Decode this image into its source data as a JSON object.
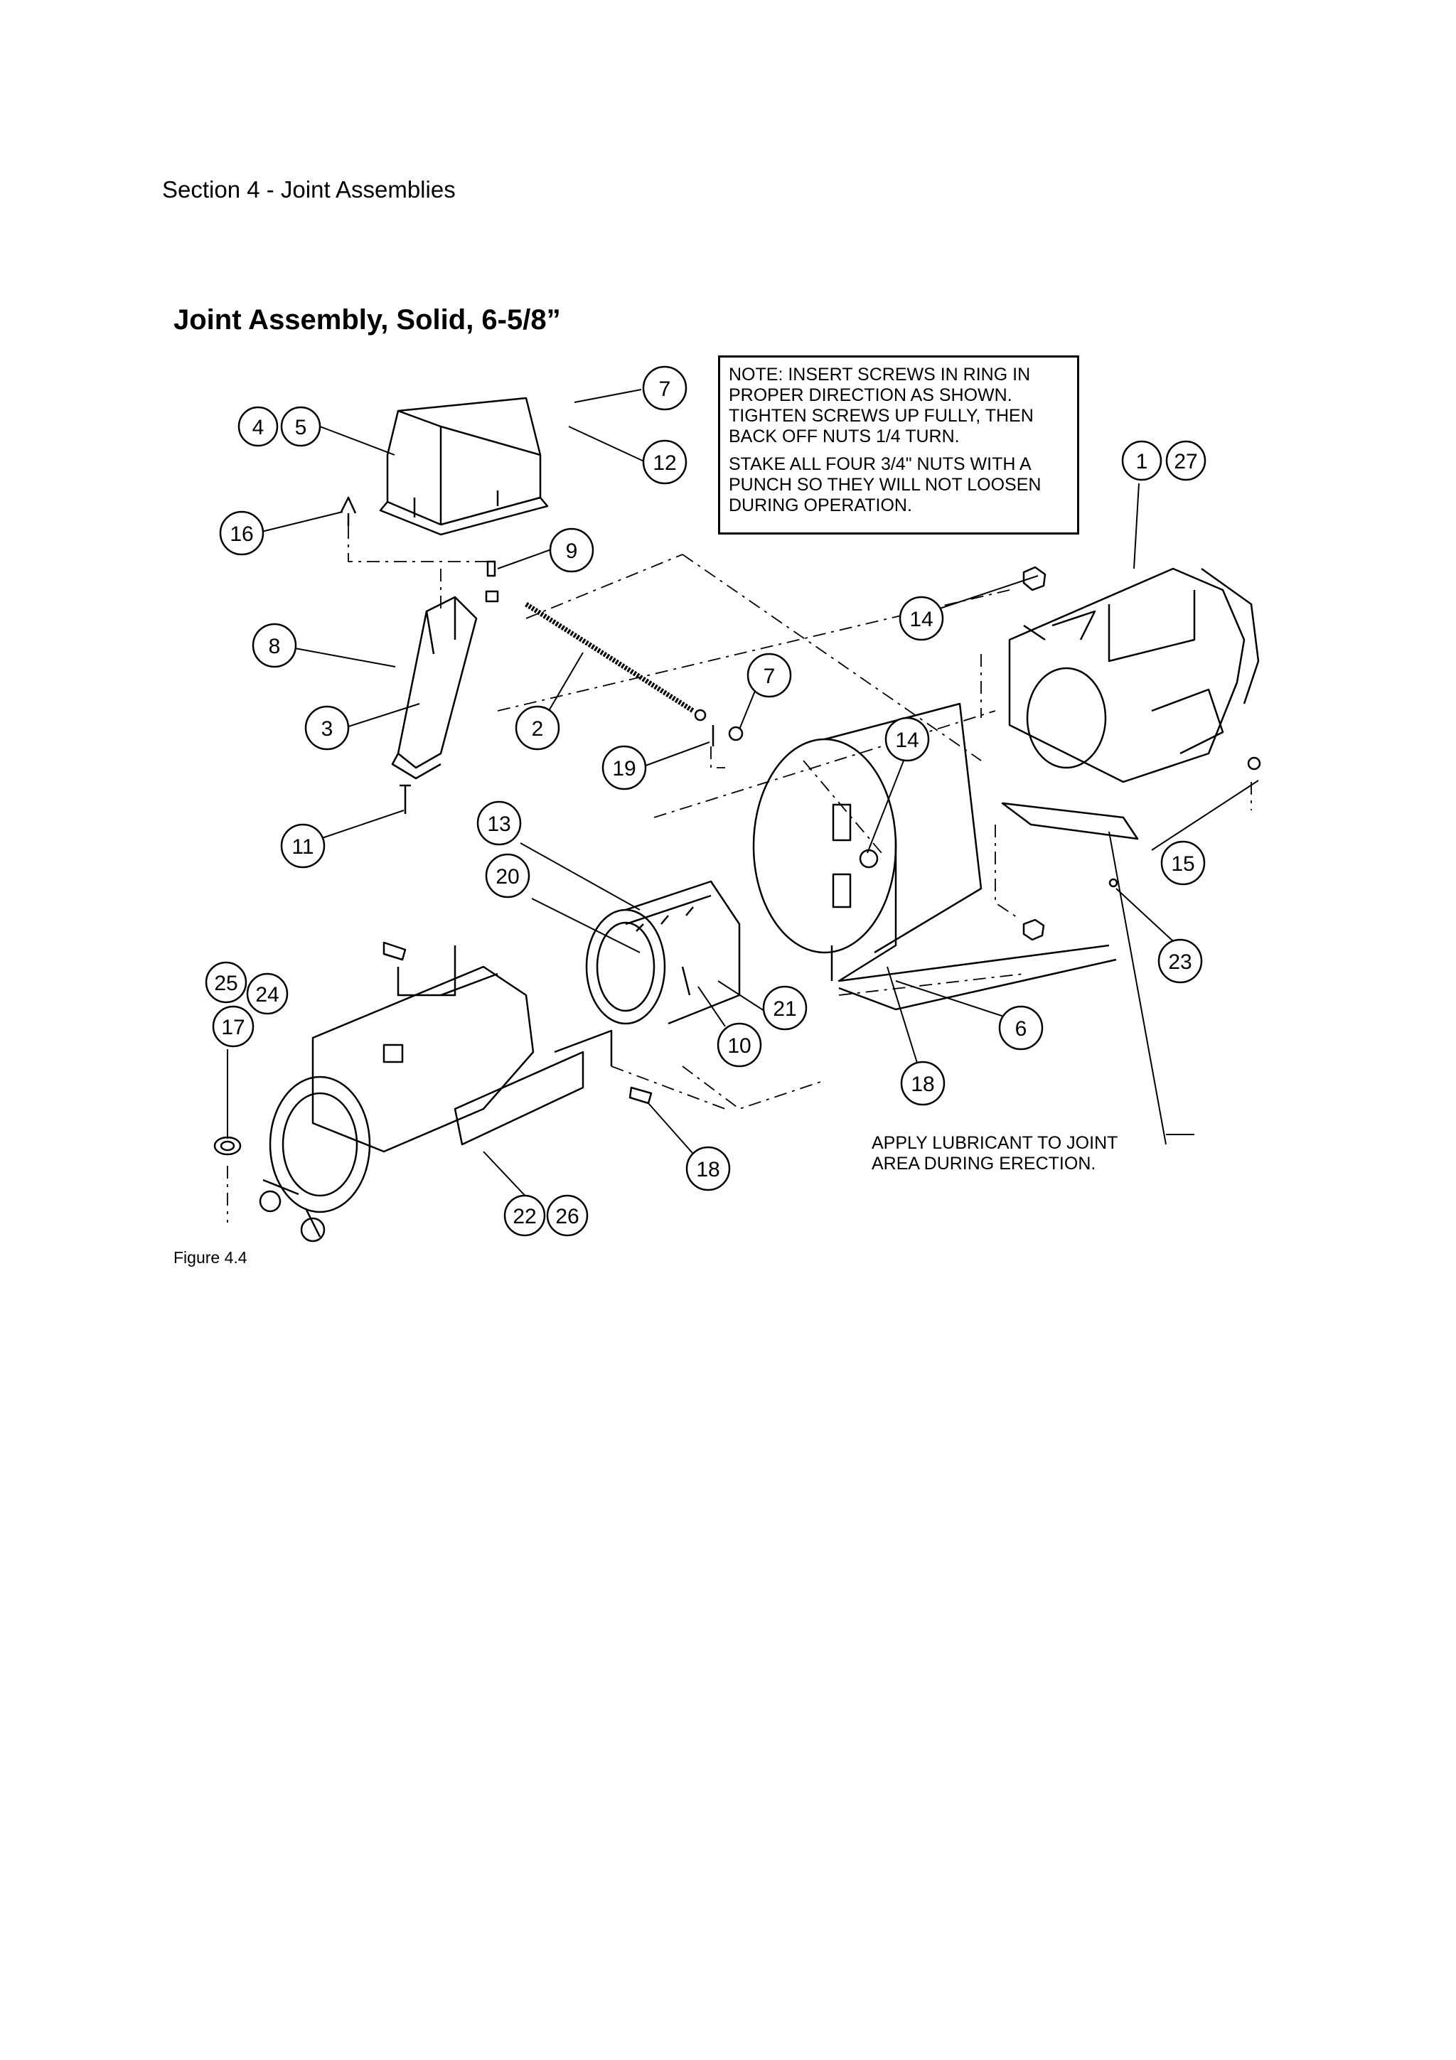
{
  "section_header": "Section 4 - Joint Assemblies",
  "figure_title": "Joint Assembly, Solid, 6-5/8”",
  "note": {
    "line1": "NOTE:  INSERT SCREWS IN RING IN",
    "line2": "PROPER DIRECTION AS SHOWN.",
    "line3": "TIGHTEN SCREWS UP FULLY, THEN",
    "line4": "BACK OFF NUTS 1/4 TURN.",
    "line5": "STAKE ALL FOUR 3/4\" NUTS WITH A",
    "line6": "PUNCH SO THEY WILL NOT LOOSEN",
    "line7": "DURING OPERATION."
  },
  "apply_note": {
    "line1": "APPLY LUBRICANT TO JOINT",
    "line2": "AREA DURING ERECTION."
  },
  "figure_caption": "Figure 4.4",
  "callouts": {
    "c4": "4",
    "c5": "5",
    "c7a": "7",
    "c12": "12",
    "c1": "1",
    "c27": "27",
    "c16": "16",
    "c9": "9",
    "c14a": "14",
    "c8": "8",
    "c7b": "7",
    "c3": "3",
    "c2": "2",
    "c19": "19",
    "c14b": "14",
    "c15": "15",
    "c11": "11",
    "c13": "13",
    "c20": "20",
    "c23": "23",
    "c25": "25",
    "c24": "24",
    "c17": "17",
    "c21": "21",
    "c6": "6",
    "c10": "10",
    "c18a": "18",
    "c18b": "18",
    "c22": "22",
    "c26": "26"
  }
}
